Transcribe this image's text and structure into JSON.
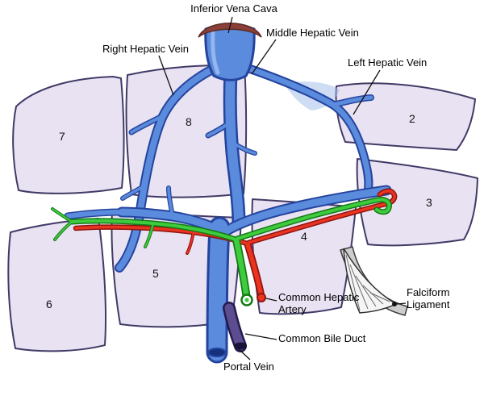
{
  "figure": {
    "type": "anatomical-diagram",
    "subject": "Liver segments with hepatic veins, portal vein, hepatic artery and bile duct"
  },
  "labels": {
    "inferior_vena_cava": "Inferior Vena Cava",
    "middle_hepatic_vein": "Middle Hepatic Vein",
    "right_hepatic_vein": "Right Hepatic Vein",
    "left_hepatic_vein": "Left Hepatic Vein",
    "falciform_ligament": "Falciform\nLigament",
    "common_hepatic_artery": "Common Hepatic\nArtery",
    "common_bile_duct": "Common Bile Duct",
    "portal_vein": "Portal Vein"
  },
  "segments": {
    "s2": "2",
    "s3": "3",
    "s4": "4",
    "s5": "5",
    "s6": "6",
    "s7": "7",
    "s8": "8"
  },
  "colors": {
    "segment_fill": "#e9e2f2",
    "segment_outline": "#413a66",
    "vein_blue": "#5b8bdc",
    "vein_outline": "#24449e",
    "artery_red": "#ea3421",
    "artery_outline": "#8f1410",
    "bile_green": "#3ecb3e",
    "bile_outline": "#157a15",
    "common_bile_duct_purple": "#5c4d90",
    "ligament_gray": "#cdcdcd",
    "diaphragm_crescent": "#8a4038"
  }
}
